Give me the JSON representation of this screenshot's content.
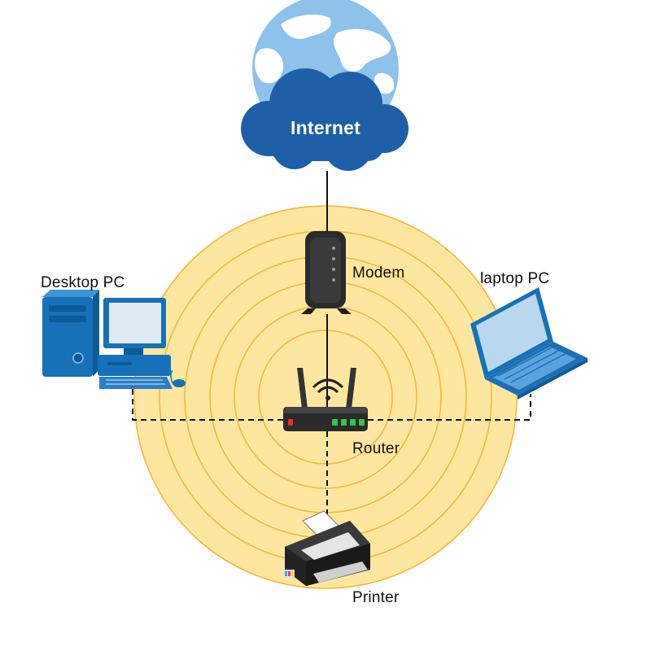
{
  "labels": {
    "internet": "Internet",
    "modem": "Modem",
    "router": "Router",
    "desktop": "Desktop PC",
    "laptop": "laptop PC",
    "printer": "Printer"
  },
  "colors": {
    "rings": "#fde7a0",
    "ring_stroke": "#f5b63f",
    "cloud": "#1f5fa7",
    "globe_water": "#8ec2ea",
    "globe_land": "#ffffff",
    "device_blue": "#1671b8",
    "device_dark": "#222222",
    "router_led": "#37c44b",
    "router_led_alert": "#e0352b"
  },
  "icons": [
    "globe-icon",
    "cloud-icon",
    "modem-icon",
    "router-icon",
    "wifi-icon",
    "desktop-icon",
    "laptop-icon",
    "printer-icon"
  ]
}
